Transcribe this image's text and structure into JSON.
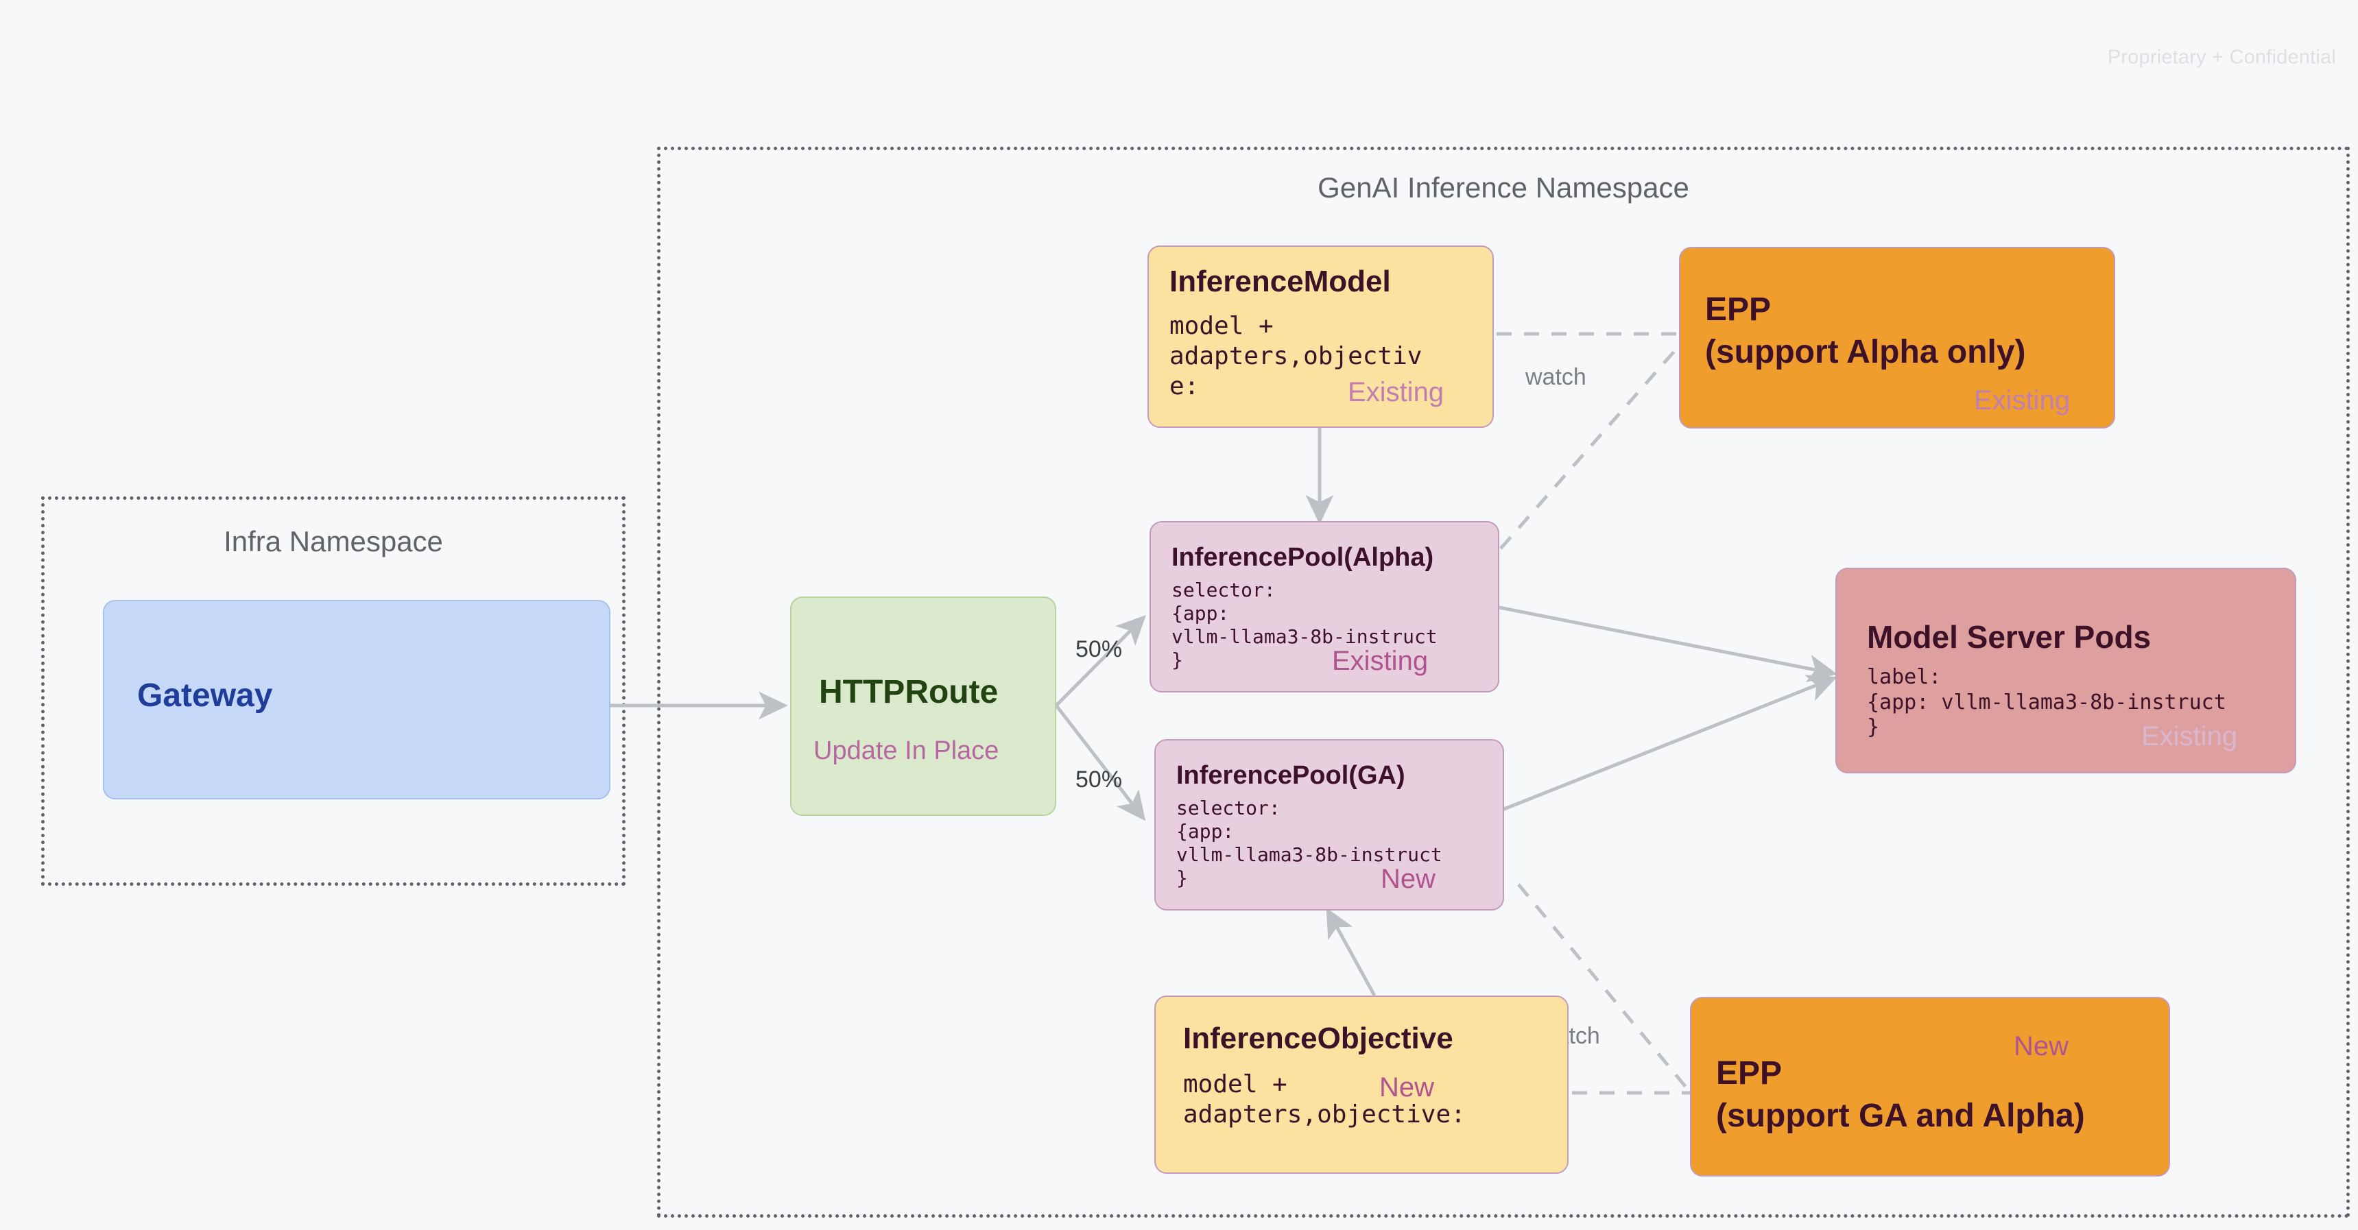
{
  "watermark": "Proprietary + Confidential",
  "namespaces": [
    {
      "id": "infra",
      "title": "Infra Namespace"
    },
    {
      "id": "genai",
      "title": "GenAI Inference Namespace"
    }
  ],
  "nodes": {
    "gateway": {
      "title": "Gateway",
      "body": "",
      "tag": ""
    },
    "httproute": {
      "title": "HTTPRoute",
      "body": "",
      "tag": "Update In Place"
    },
    "inference_model": {
      "title": "InferenceModel",
      "body": "model +\nadapters,objectiv\ne:",
      "tag": "Existing"
    },
    "inference_pool_alpha": {
      "title": "InferencePool(Alpha)",
      "body": "selector:\n{app:\nvllm-llama3-8b-instruct\n}",
      "tag": "Existing"
    },
    "inference_pool_ga": {
      "title": "InferencePool(GA)",
      "body": "selector:\n{app:\nvllm-llama3-8b-instruct\n}",
      "tag": "New"
    },
    "inference_objective": {
      "title": "InferenceObjective",
      "body": "model +\nadapters,objective:",
      "tag": "New"
    },
    "epp_alpha": {
      "title": "EPP\n(support Alpha only)",
      "title_line1": "EPP",
      "title_line2": "(support Alpha only)",
      "tag": "Existing"
    },
    "epp_ga": {
      "title_line1": "EPP",
      "title_line2": "(support GA and Alpha)",
      "tag": "New"
    },
    "model_server_pods": {
      "title": "Model Server Pods",
      "body": "label:\n{app: vllm-llama3-8b-instruct\n}",
      "tag": "Existing"
    }
  },
  "edges": {
    "split_top_label": "50%",
    "split_bottom_label": "50%",
    "watch_top_label": "watch",
    "watch_bottom_label": "watch"
  },
  "colors": {
    "canvas": "#f7f8fa",
    "gateway_fill": "#c6d9f8",
    "gateway_text": "#1f3d99",
    "httproute_fill": "#dbeacd",
    "httproute_text": "#224413",
    "yellow_fill": "#fbe2a0",
    "pink_fill": "#e8cfdd",
    "pods_fill": "#de9f9f",
    "orange_fill": "#ef9d2d",
    "node_border": "#c49bbb",
    "connector": "#bdc1c6",
    "namespace_border": "#5f6368",
    "tag_existing": "#c07fb0",
    "tag_new": "#b0548f"
  }
}
